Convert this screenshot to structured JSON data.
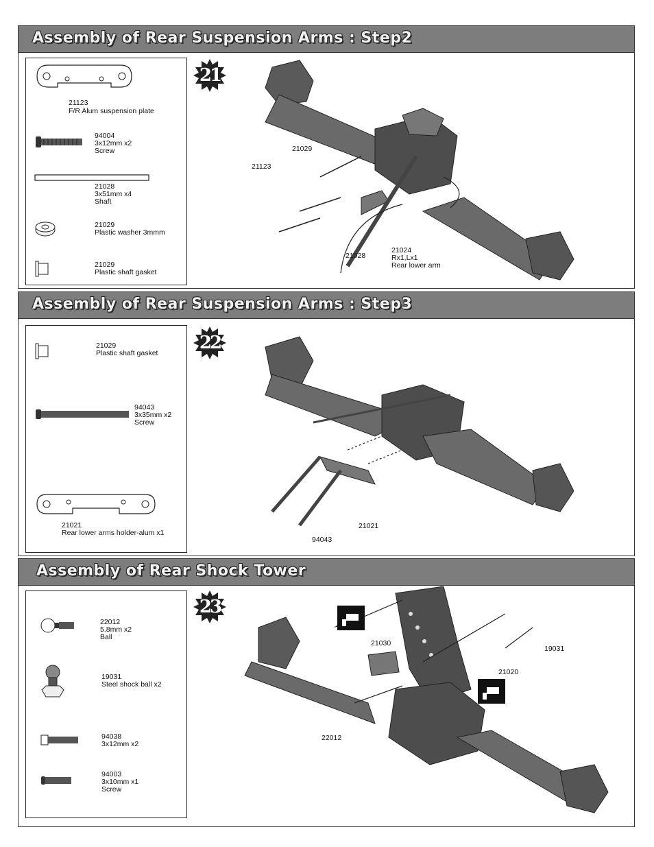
{
  "sections": [
    {
      "title": "Assembly of Rear Suspension Arms : Step2",
      "step": "21",
      "parts": [
        {
          "code": "21123",
          "desc": "F/R Alum suspension plate",
          "icon": "suspension-plate-icon"
        },
        {
          "code": "94004",
          "desc": "3x12mm x2\nScrew",
          "icon": "screw-icon"
        },
        {
          "code": "21028",
          "desc": "3x51mm x4\nShaft",
          "icon": "shaft-icon"
        },
        {
          "code": "21029",
          "desc": "Plastic washer 3mmm",
          "icon": "washer-icon"
        },
        {
          "code": "21029",
          "desc": "Plastic shaft gasket",
          "icon": "gasket-icon"
        }
      ],
      "callouts": {
        "c1": "21029",
        "c2": "21123",
        "c3": "21028",
        "c4": "21024\nRx1,Lx1\nRear lower arm"
      }
    },
    {
      "title": "Assembly of Rear Suspension Arms : Step3",
      "step": "22",
      "parts": [
        {
          "code": "21029",
          "desc": "Plastic shaft gasket",
          "icon": "gasket-icon"
        },
        {
          "code": "94043",
          "desc": "3x35mm x2\nScrew",
          "icon": "long-screw-icon"
        },
        {
          "code": "21021",
          "desc": "Rear lower arms holder-alum x1",
          "icon": "arm-holder-icon"
        }
      ],
      "callouts": {
        "c1": "21021",
        "c2": "94043"
      }
    },
    {
      "title": "Assembly of Rear Shock Tower",
      "step": "23",
      "parts": [
        {
          "code": "22012",
          "desc": "5.8mm x2\nBall",
          "icon": "ball-stud-icon"
        },
        {
          "code": "19031",
          "desc": "Steel shock ball x2",
          "icon": "shock-ball-icon"
        },
        {
          "code": "94038",
          "desc": "3x12mm x2",
          "icon": "screw-icon"
        },
        {
          "code": "94003",
          "desc": "3x10mm x1\nScrew",
          "icon": "screw-icon"
        }
      ],
      "callouts": {
        "c1": "21030",
        "c2": "19031",
        "c3": "21020",
        "c4": "22012"
      }
    }
  ]
}
